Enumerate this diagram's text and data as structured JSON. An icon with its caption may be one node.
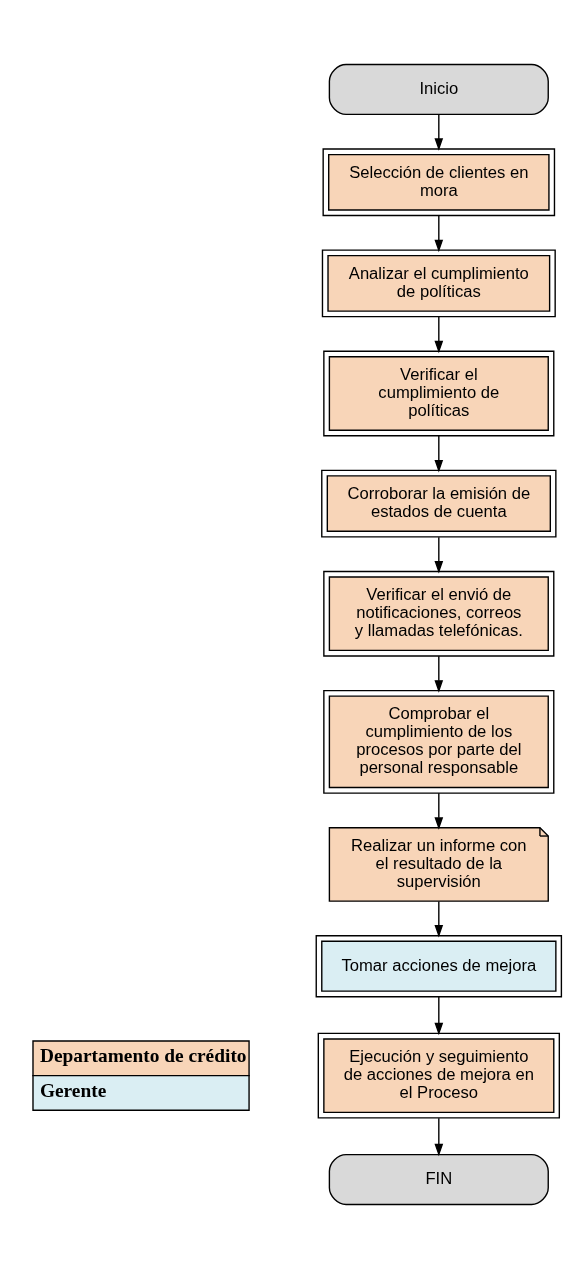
{
  "diagram": {
    "nodes": [
      {
        "text": [
          "Inicio"
        ]
      },
      {
        "text": [
          "Selección de clientes en mora"
        ]
      },
      {
        "text": [
          "Analizar el cumplimiento de políticas"
        ]
      },
      {
        "text": [
          "Verificar el cumplimiento de políticas"
        ]
      },
      {
        "text": [
          "Corroborar la emisión de estados de cuenta"
        ]
      },
      {
        "text": [
          "Verificar el envió de notificaciones, correos y llamadas telefónicas."
        ]
      },
      {
        "text": [
          "Comprobar el cumplimiento de los procesos por parte del personal responsable"
        ]
      },
      {
        "text": [
          "Realizar un informe con el resultado de la supervisión"
        ]
      },
      {
        "text": [
          "Tomar acciones de mejora"
        ]
      },
      {
        "text": [
          "Ejecución y seguimiento de acciones de mejora en el Proceso"
        ]
      },
      {
        "text": [
          "FIN"
        ]
      }
    ],
    "edges": [
      {
        "from": 0,
        "to": 1,
        "arrow": "to"
      },
      {
        "from": 1,
        "to": 2,
        "arrow": "to"
      },
      {
        "from": 2,
        "to": 3,
        "arrow": "to"
      },
      {
        "from": 3,
        "to": 4,
        "arrow": "to"
      },
      {
        "from": 4,
        "to": 5,
        "arrow": "to"
      },
      {
        "from": 5,
        "to": 6,
        "arrow": "to"
      },
      {
        "from": 6,
        "to": 7,
        "arrow": "to"
      },
      {
        "from": 7,
        "to": 8,
        "arrow": "to"
      },
      {
        "from": 8,
        "to": 9,
        "arrow": "to"
      },
      {
        "from": 9,
        "to": 10,
        "arrow": "to"
      }
    ],
    "legend": [
      {
        "text": "Departamento de crédito",
        "color": "#f8d5b8"
      },
      {
        "text": "Gerente",
        "color": "#daeef3"
      }
    ]
  }
}
